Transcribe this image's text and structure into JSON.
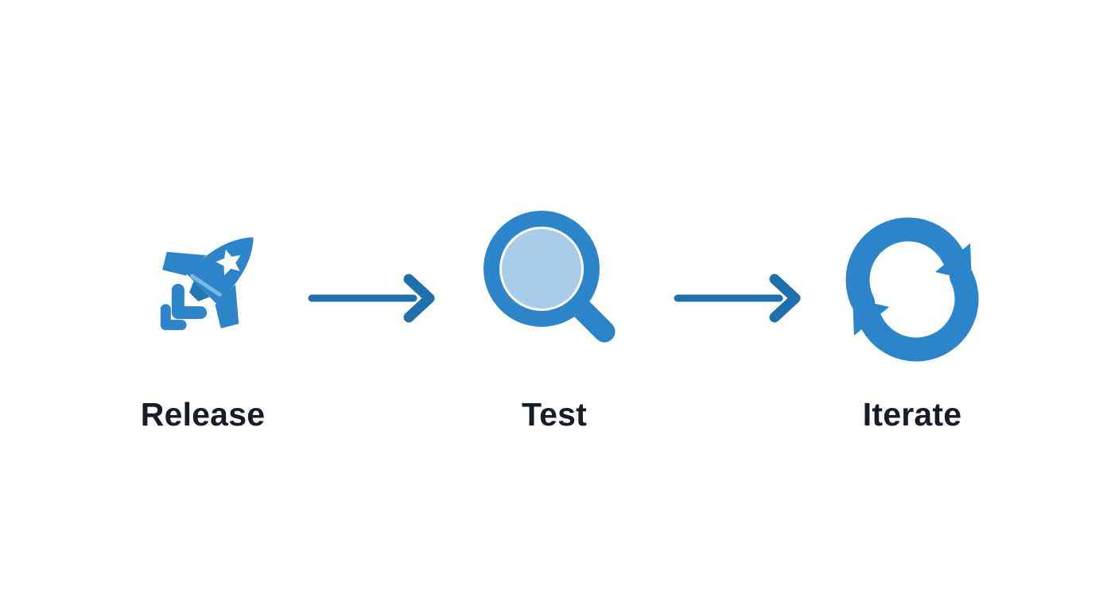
{
  "diagram": {
    "steps": [
      {
        "label": "Release",
        "icon": "rocket-icon"
      },
      {
        "label": "Test",
        "icon": "magnifier-icon"
      },
      {
        "label": "Iterate",
        "icon": "cycle-icon"
      }
    ],
    "connectors": [
      {
        "icon": "right-arrow-icon"
      },
      {
        "icon": "right-arrow-icon"
      }
    ],
    "colors": {
      "icon_blue": "#2d85c9",
      "icon_blue_deep": "#2176b4",
      "arrow_blue": "#1f6fad",
      "lens_blue": "#a9cde9",
      "flame_accent": "#7ab8e4",
      "label_text": "#151d29",
      "background": "#ffffff"
    }
  }
}
